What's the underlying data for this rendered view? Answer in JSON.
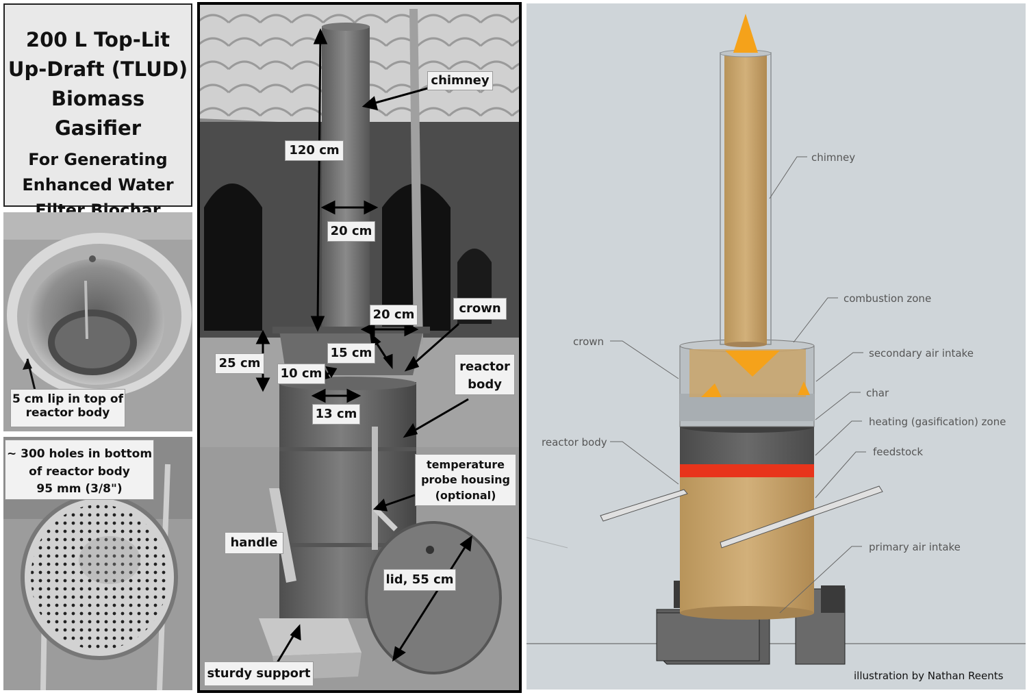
{
  "title": {
    "line1": "200 L Top-Lit",
    "line2": "Up-Draft (TLUD)",
    "line3": "Biomass Gasifier",
    "sub1": "For Generating",
    "sub2": "Enhanced Water",
    "sub3": "Filter Biochar"
  },
  "photo_lip": {
    "line1": "5 cm lip in top of",
    "line2": "reactor body"
  },
  "photo_holes": {
    "line1": "~ 300 holes in bottom",
    "line2": "of reactor body",
    "line3": "95 mm (3/8\")"
  },
  "photo_main": {
    "chimney": "chimney",
    "chimney_height": "120 cm",
    "chimney_width": "20 cm",
    "crown": "crown",
    "crown_width": "20 cm",
    "crown_height": "25 cm",
    "dim_15": "15 cm",
    "dim_10": "10 cm",
    "dim_13": "13 cm",
    "reactor_body_1": "reactor",
    "reactor_body_2": "body",
    "probe_1": "temperature",
    "probe_2": "probe housing",
    "probe_3": "(optional)",
    "handle": "handle",
    "lid": "lid, 55 cm",
    "support": "sturdy support"
  },
  "illustration": {
    "chimney": "chimney",
    "combustion_zone": "combustion zone",
    "crown": "crown",
    "secondary_air_intake": "secondary air intake",
    "char": "char",
    "heating_zone": "heating (gasification) zone",
    "reactor_body": "reactor body",
    "feedstock": "feedstock",
    "primary_air_intake": "primary air intake",
    "credit": "illustration by Nathan Reents"
  },
  "colors": {
    "background": "#cfd5d9",
    "tan": "#c9a56b",
    "orange": "#f5a21a",
    "red_band": "#e8341b",
    "photo_gray": "#8a8a8a"
  }
}
